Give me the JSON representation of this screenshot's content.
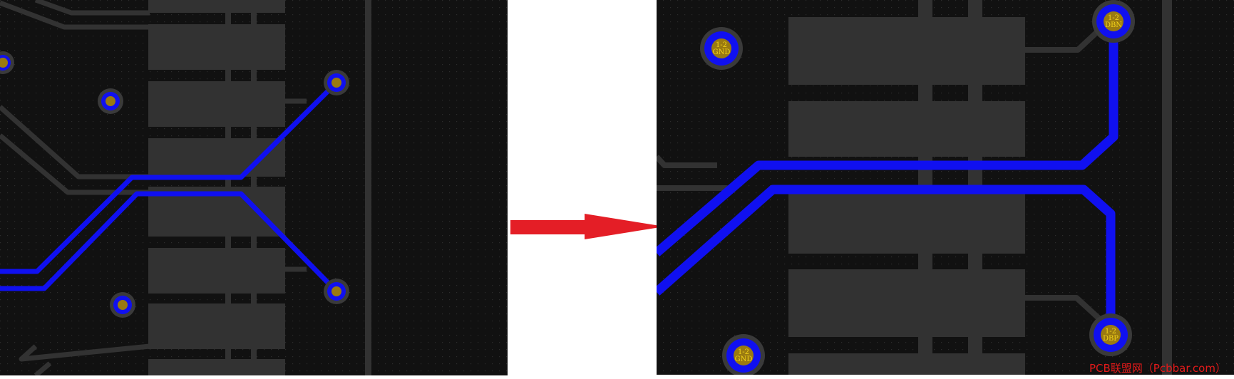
{
  "colors": {
    "board": "#111111",
    "copper_pad": "#323232",
    "trace_blue": "#1010f0",
    "via_ring": "#3a3a3a",
    "via_center": "#9a7a10",
    "label_yellow": "#f2d21a",
    "arrow_red": "#e41e26",
    "background": "#ffffff"
  },
  "right_panel": {
    "vias": [
      {
        "line1": "1-2",
        "line2": "DBN"
      },
      {
        "line1": "1-2",
        "line2": "GND"
      },
      {
        "line1": "1-2",
        "line2": "DBP"
      },
      {
        "line1": "1-2",
        "line2": "GND"
      }
    ]
  },
  "watermark": "PCB联盟网（Pcbbar.com）"
}
